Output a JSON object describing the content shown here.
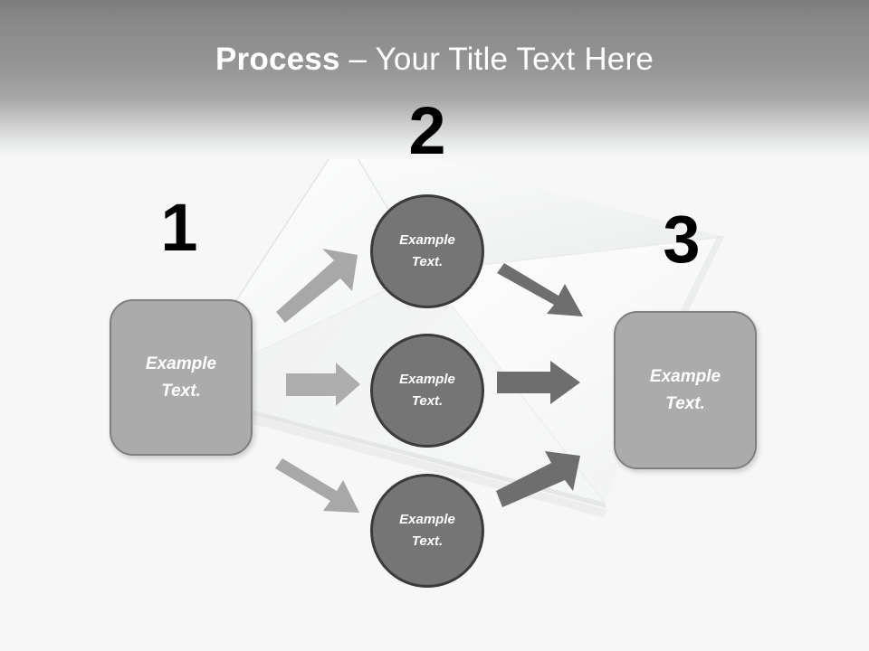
{
  "slide": {
    "title_strong": "Process",
    "title_rest": " – Your Title Text Here",
    "background_color": "#f7f7f7",
    "header_top_color": "#7d7d7d"
  },
  "steps": [
    {
      "number": "1",
      "shape": "rounded-rectangle",
      "fill": "#ababab",
      "stroke": "#7f7f7f",
      "line1": "Example",
      "line2": "Text."
    },
    {
      "number": "2",
      "shape": "circle",
      "fill": "#757575",
      "stroke": "#3b3b3b",
      "nodes": [
        {
          "line1": "Example",
          "line2": "Text."
        },
        {
          "line1": "Example",
          "line2": "Text."
        },
        {
          "line1": "Example",
          "line2": "Text."
        }
      ]
    },
    {
      "number": "3",
      "shape": "rounded-rectangle",
      "fill": "#ababab",
      "stroke": "#7f7f7f",
      "line1": "Example",
      "line2": "Text."
    }
  ],
  "connectors": {
    "incoming_color": "#a8a8a8",
    "outgoing_color": "#6e6e6e",
    "incoming_count": 3,
    "outgoing_count": 3
  },
  "decoration": {
    "name": "envelope-graphic",
    "paper_color": "#fbfbfb",
    "fold_shadow_color": "#e4e6e6"
  }
}
